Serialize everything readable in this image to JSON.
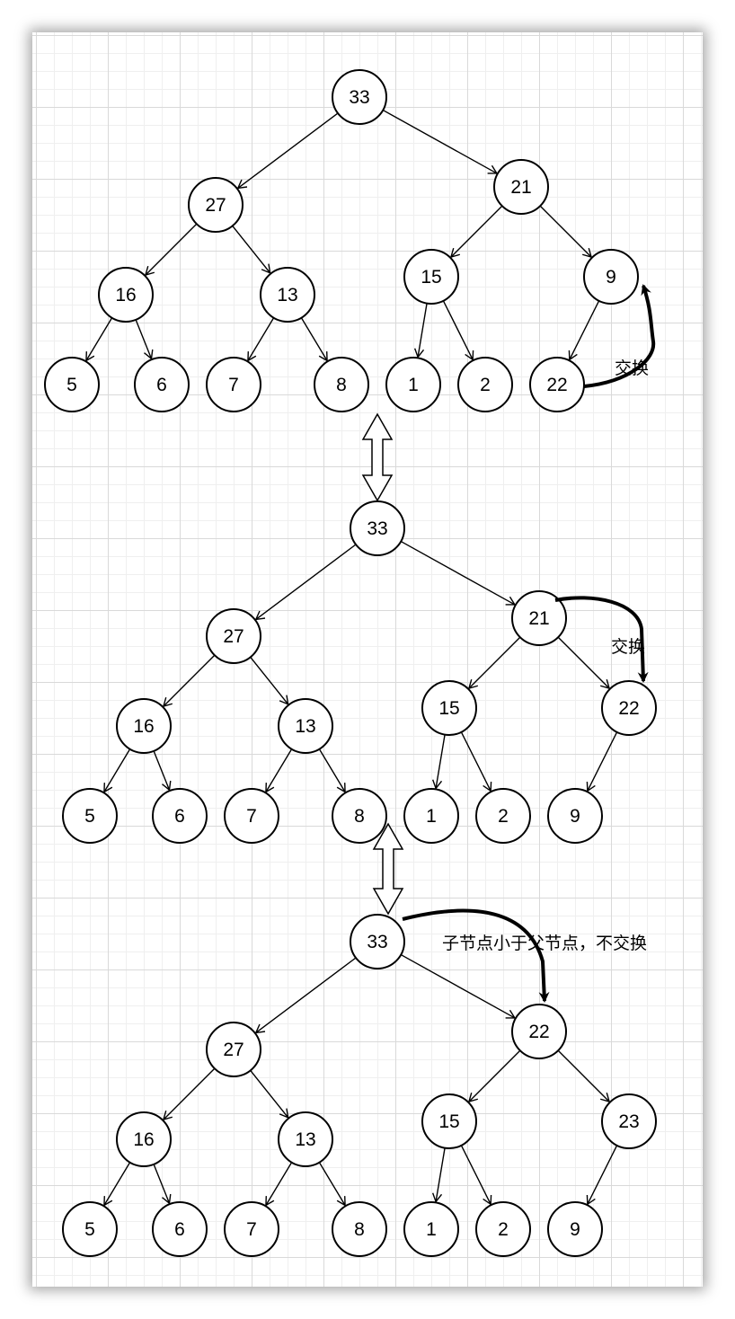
{
  "diagrams": [
    {
      "nodes": [
        "33",
        "27",
        "21",
        "16",
        "13",
        "15",
        "9",
        "5",
        "6",
        "7",
        "8",
        "1",
        "2",
        "22"
      ],
      "annotation": "交换"
    },
    {
      "nodes": [
        "33",
        "27",
        "21",
        "16",
        "13",
        "15",
        "22",
        "5",
        "6",
        "7",
        "8",
        "1",
        "2",
        "9"
      ],
      "annotation": "交换"
    },
    {
      "nodes": [
        "33",
        "27",
        "22",
        "16",
        "13",
        "15",
        "23",
        "5",
        "6",
        "7",
        "8",
        "1",
        "2",
        "9"
      ],
      "annotation": "子节点小于父节点，不交换"
    }
  ],
  "colors": {
    "stroke": "#000000",
    "node_fill": "#ffffff",
    "grid": "#d9d9d9"
  }
}
